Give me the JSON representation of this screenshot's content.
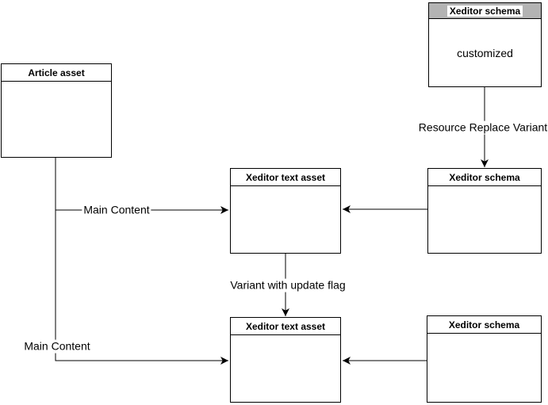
{
  "diagram": {
    "colors": {
      "stroke": "#000000",
      "node_fill": "#ffffff",
      "customized_header_fill": "#b3b3b3",
      "title_highlight_bg": "#ffffff"
    },
    "nodes": [
      {
        "id": "article-asset",
        "title": "Article asset",
        "body": "",
        "header_fill": "#ffffff"
      },
      {
        "id": "xeditor-schema-customized",
        "title": "Xeditor schema",
        "body": "customized",
        "header_fill": "#b3b3b3"
      },
      {
        "id": "xeditor-text-asset-main",
        "title": "Xeditor text asset",
        "body": "",
        "header_fill": "#ffffff"
      },
      {
        "id": "xeditor-schema-main",
        "title": "Xeditor schema",
        "body": "",
        "header_fill": "#ffffff"
      },
      {
        "id": "xeditor-text-asset-variant",
        "title": "Xeditor text asset",
        "body": "",
        "header_fill": "#ffffff"
      },
      {
        "id": "xeditor-schema-variant",
        "title": "Xeditor schema",
        "body": "",
        "header_fill": "#ffffff"
      }
    ],
    "edge_labels": [
      {
        "id": "resource-replace-variant",
        "text": "Resource Replace Variant"
      },
      {
        "id": "main-content-top",
        "text": "Main Content"
      },
      {
        "id": "variant-with-update-flag",
        "text": "Variant with update flag"
      },
      {
        "id": "main-content-bottom",
        "text": "Main Content"
      }
    ]
  }
}
